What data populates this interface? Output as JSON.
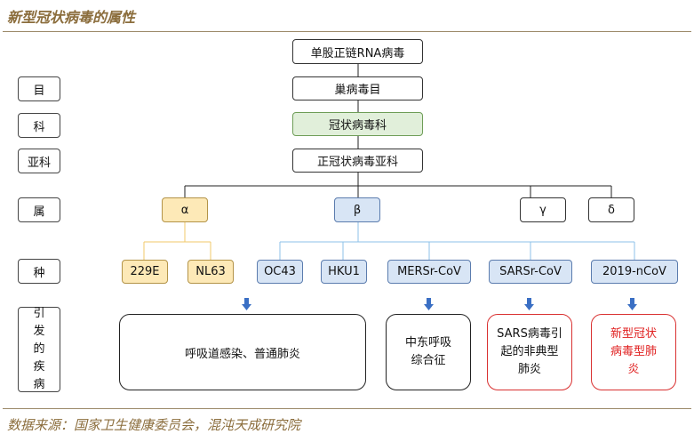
{
  "title": "新型冠状病毒的属性",
  "source": "数据来源：国家卫生健康委员会，混沌天成研究院",
  "colors": {
    "gold_fill": "#fde9b7",
    "blue_fill": "#d8e5f5",
    "green_fill": "#e1efda",
    "red": "#e02020",
    "arrow": "#3a6fc4"
  },
  "levels": {
    "order": "目",
    "family": "科",
    "subfamily": "亚科",
    "genus": "属",
    "species": "种",
    "disease": [
      "引",
      "发",
      "的",
      "疾",
      "病"
    ]
  },
  "nodes": {
    "root": "单股正链RNA病毒",
    "order": "巢病毒目",
    "family": "冠状病毒科",
    "subfamily": "正冠状病毒亚科",
    "genera": {
      "alpha": "α",
      "beta": "β",
      "gamma": "γ",
      "delta": "δ"
    },
    "species": {
      "e229": "229E",
      "nl63": "NL63",
      "oc43": "OC43",
      "hku1": "HKU1",
      "mers": "MERSr-CoV",
      "sars": "SARSr-CoV",
      "ncov": "2019-nCoV"
    },
    "diseases": {
      "common": "呼吸道感染、普通肺炎",
      "mers": [
        "中东呼吸",
        "综合征"
      ],
      "sars": [
        "SARS病毒引",
        "起的非典型",
        "肺炎"
      ],
      "ncov": [
        "新型冠状",
        "病毒型肺",
        "炎"
      ]
    }
  }
}
